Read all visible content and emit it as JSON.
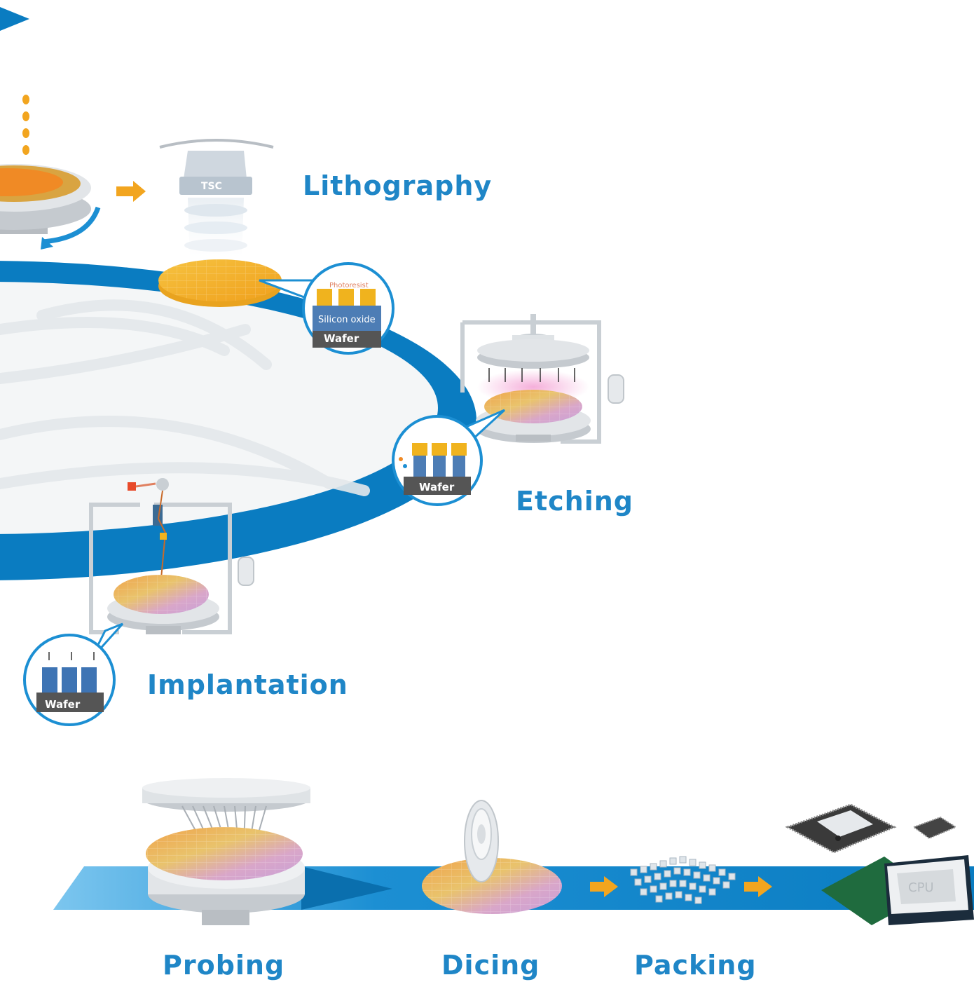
{
  "labels": {
    "lithography": "Lithography",
    "etching": "Etching",
    "implantation": "Implantation",
    "probing": "Probing",
    "dicing": "Dicing",
    "packing": "Packing"
  },
  "callouts": {
    "photoresist": "Photoresist",
    "silicon_oxide": "Silicon oxide",
    "wafer": "Wafer"
  },
  "mask_text": "TSC",
  "chip_text": "CPU",
  "colors": {
    "blue": "#0a7cc1",
    "label_blue": "#1f86c7",
    "orange": "#f2a51f",
    "gray_metal": "#c9cfd4",
    "wafer_dark": "#555555"
  }
}
